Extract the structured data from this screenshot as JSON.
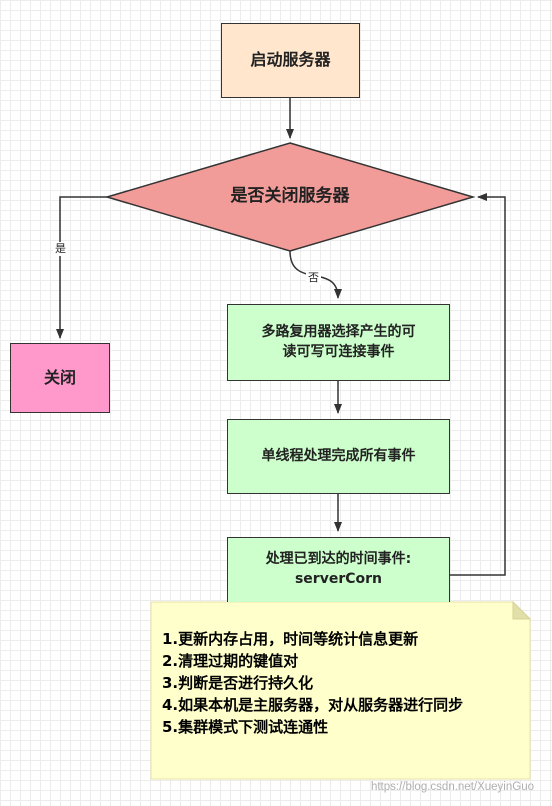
{
  "diagram": {
    "start": "启动服务器",
    "decision": "是否关闭服务器",
    "close": "关闭",
    "multiplex": "多路复用器选择产生的可\n读可写可连接事件",
    "handle_all": "单线程处理完成所有事件",
    "time_event": "处理已到达的时间事件:\nserverCorn",
    "yes_label": "是",
    "no_label": "否"
  },
  "note": {
    "items": [
      "1.更新内存占用，时间等统计信息更新",
      "2.清理过期的键值对",
      "3.判断是否进行持久化",
      "4.如果本机是主服务器，对从服务器进行同步",
      "5.集群模式下测试连通性"
    ]
  },
  "watermark": "https://blog.csdn.net/XueyinGuo",
  "colors": {
    "start_fill": "#ffe6cc",
    "decision_fill": "#f19c99",
    "close_fill": "#ff99cc",
    "process_fill": "#ccffcc",
    "note_fill": "#ffffcc",
    "note_fold": "#e0e0a8",
    "line": "#333333"
  }
}
